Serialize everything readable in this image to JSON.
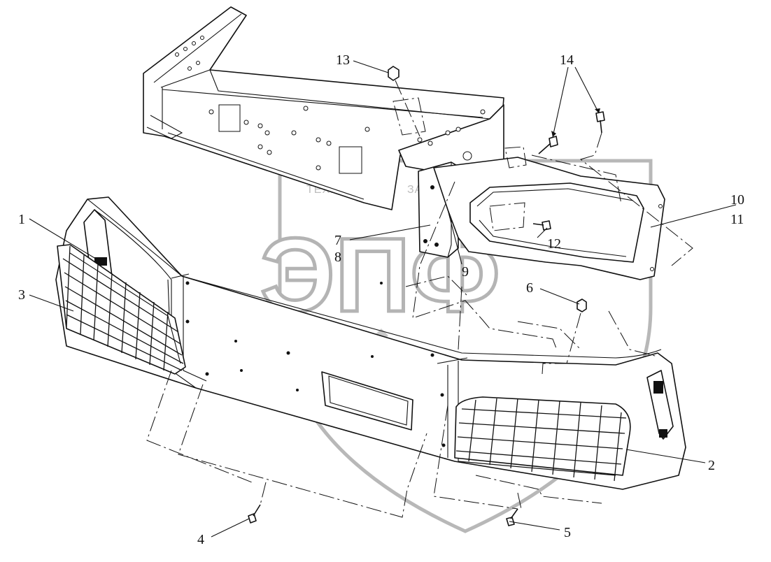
{
  "callouts": [
    "1",
    "2",
    "3",
    "4",
    "5",
    "6",
    "7",
    "8",
    "9",
    "10",
    "11",
    "12",
    "13",
    "14"
  ],
  "watermark": {
    "company": "ТЕХНИКА",
    "parts": "ЗАПЧАСТИ",
    "logo_letters": "ЭПФ"
  },
  "colors": {
    "line": "#111111",
    "watermark": "#b8b8b8",
    "background": "#ffffff"
  }
}
